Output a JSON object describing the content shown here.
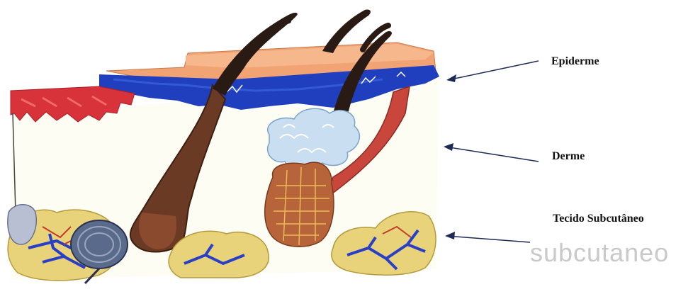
{
  "labels": {
    "epidermis": "Epiderme",
    "dermis": "Derme",
    "subcutaneous": "Tecido Subcutâneo"
  },
  "ghost_text": "subcutaneo",
  "colors": {
    "epidermis_top": "#f2a374",
    "epidermis_blue": "#1f3fbf",
    "dermis_fill": "#fdfdf4",
    "papillae_red": "#d8323a",
    "hair_brown": "#5a2a1a",
    "hair_shaft": "#2a1a14",
    "gland_blue": "#c9def0",
    "sweat_gland": "#b8643a",
    "fat_yellow": "#e9d37a",
    "vessel_blue": "#2a3fc8",
    "arrow": "#1d2a55"
  }
}
